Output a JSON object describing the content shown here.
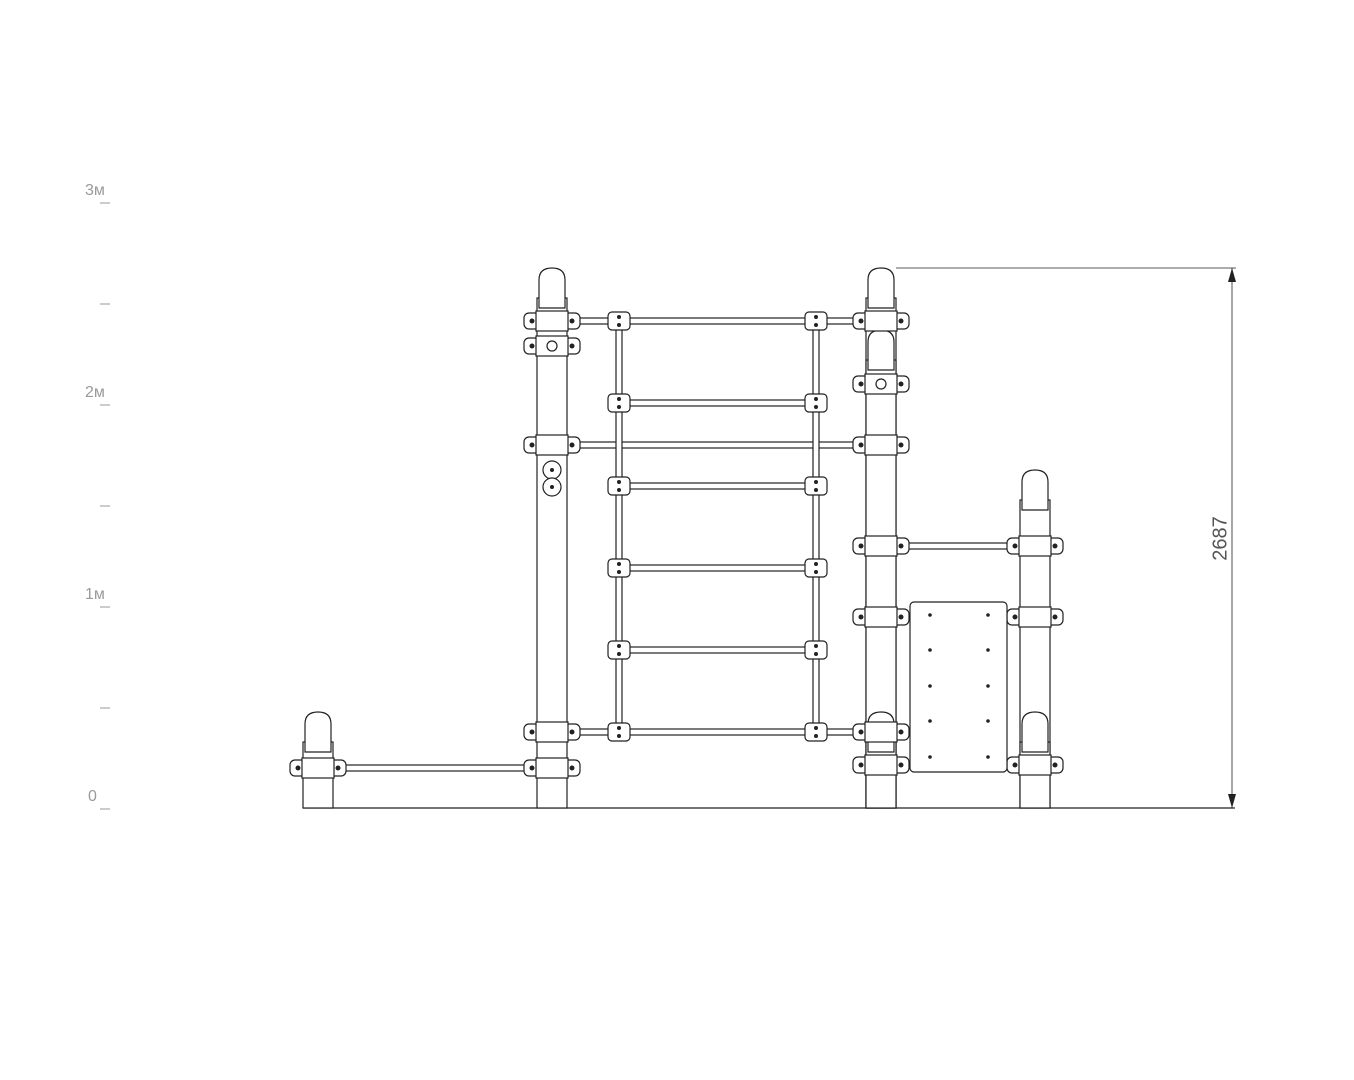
{
  "scale": {
    "labels": [
      "0",
      "1м",
      "2м",
      "3м"
    ]
  },
  "dimension": {
    "height_label": "2687"
  },
  "colors": {
    "line": "#222222",
    "scale": "#9a9a9a",
    "fill": "#ffffff"
  }
}
